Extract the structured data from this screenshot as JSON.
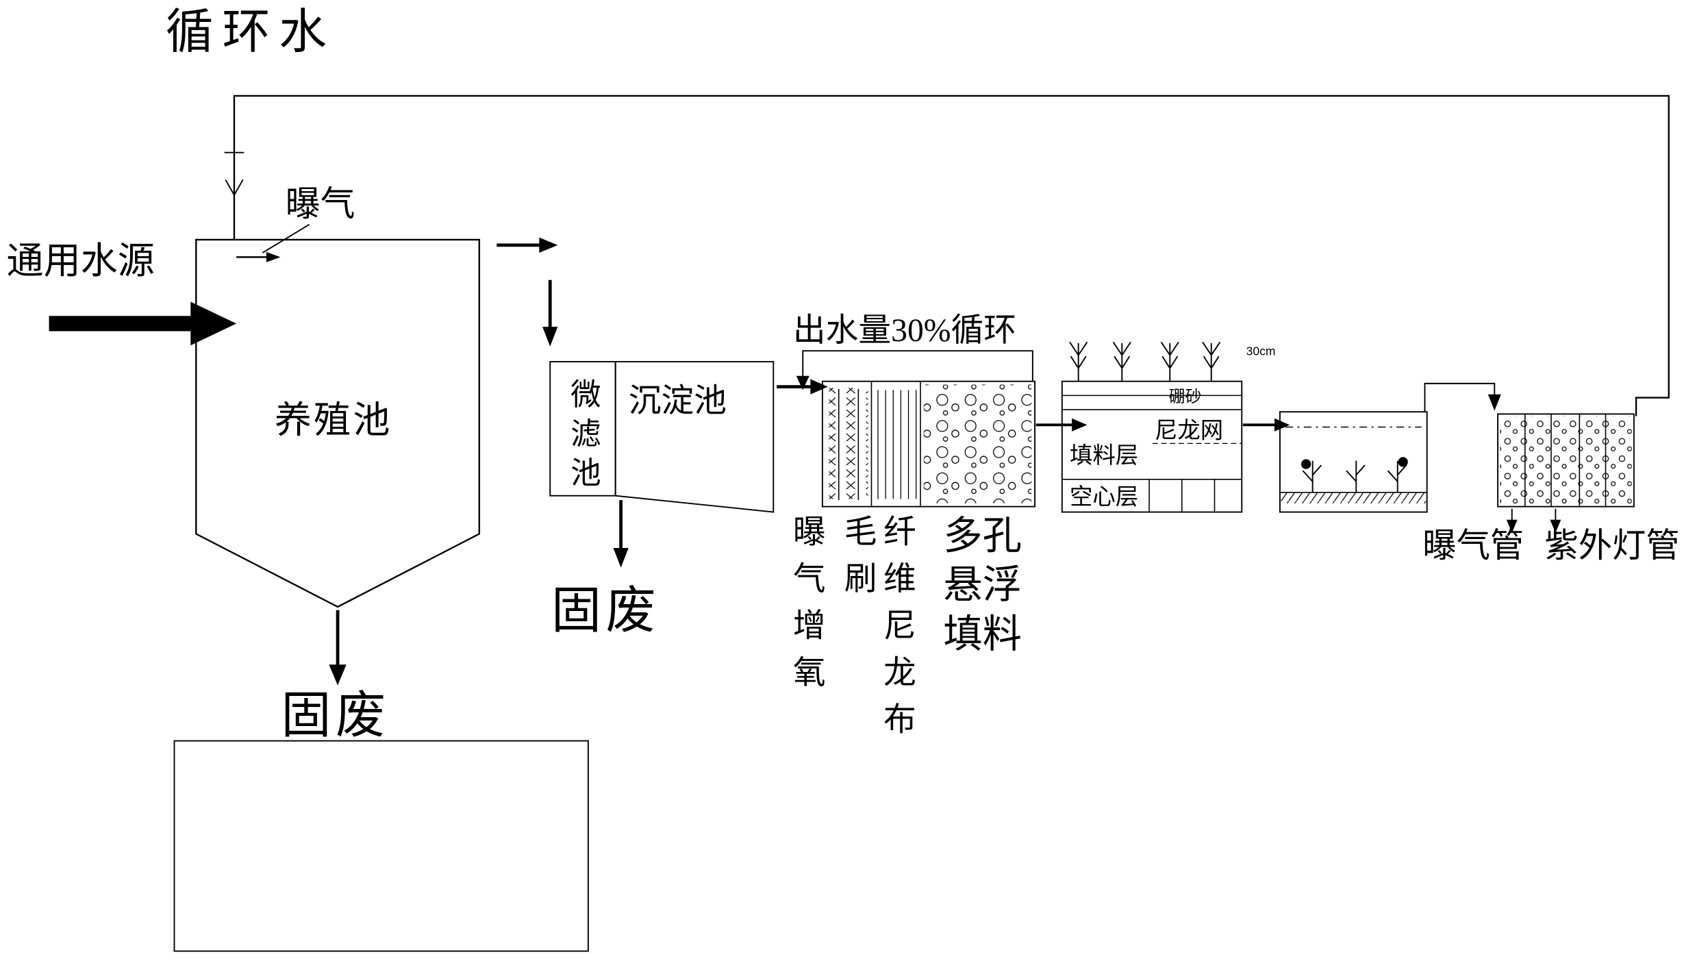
{
  "diagram": {
    "title": "循环水",
    "source_label": "通用水源",
    "aeration_label": "曝气",
    "pond_label": "养殖池",
    "pond_waste_label": "固废",
    "microfilter_label": "微滤池",
    "sedimentation_label": "沉淀池",
    "filter_waste_label": "固废",
    "recycle_label": "出水量30%循环",
    "biofilter": {
      "aeration": "曝气增氧",
      "brush": "毛刷",
      "fiber": "纤维尼龙布",
      "media": "多孔悬浮填料"
    },
    "wetland": {
      "sand": "硼砂",
      "net": "尼龙网",
      "media_layer": "填料层",
      "hollow_layer": "空心层",
      "depth": "30cm"
    },
    "uv": {
      "aeration_pipe": "曝气管",
      "uv_lamp": "紫外灯管"
    },
    "colors": {
      "line": "#000000",
      "background": "#ffffff"
    }
  }
}
